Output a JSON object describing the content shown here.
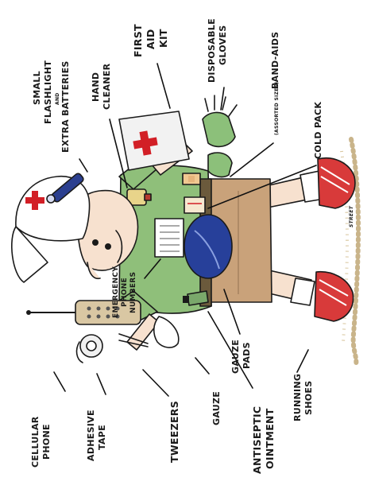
{
  "labels": {
    "cellular_phone": [
      "CELLULAR",
      "PHONE"
    ],
    "adhesive_tape": [
      "ADHESIVE",
      "TAPE"
    ],
    "tweezers": "TWEEZERS",
    "gauze": "GAUZE",
    "antiseptic_ointment": [
      "ANTISEPTIC",
      "OINTMENT"
    ],
    "running_shoes": [
      "RUNNING",
      "SHOES"
    ],
    "gauze_pads": [
      "GAUZE",
      "PADS"
    ],
    "emergency_phone_numbers": [
      "EMERGENCY",
      "PHONE",
      "NUMBERS"
    ],
    "small_flashlight": [
      "SMALL",
      "FLASHLIGHT",
      "AND",
      "EXTRA BATTERIES"
    ],
    "hand_cleaner": [
      "HAND",
      "CLEANER"
    ],
    "first_aid_kit": [
      "FIRST",
      "AID",
      "KIT"
    ],
    "disposable_gloves": [
      "DISPOSABLE",
      "GLOVES"
    ],
    "band_aids": "BAND-AIDS",
    "band_aids_note": "(ASSORTED SIZES)",
    "cold_pack": "COLD PACK"
  },
  "signature": "STREET",
  "colors": {
    "red_cross": "#d21f26",
    "shirt": "#8fbf7a",
    "shorts": "#c9a27a",
    "skin": "#f7e1cf",
    "fanny_pack": "#27409a",
    "shoe_red": "#d83a3a",
    "phone": "#d9c7a3",
    "glove": "#8cc07a",
    "flashlight": "#2b3f8f"
  }
}
